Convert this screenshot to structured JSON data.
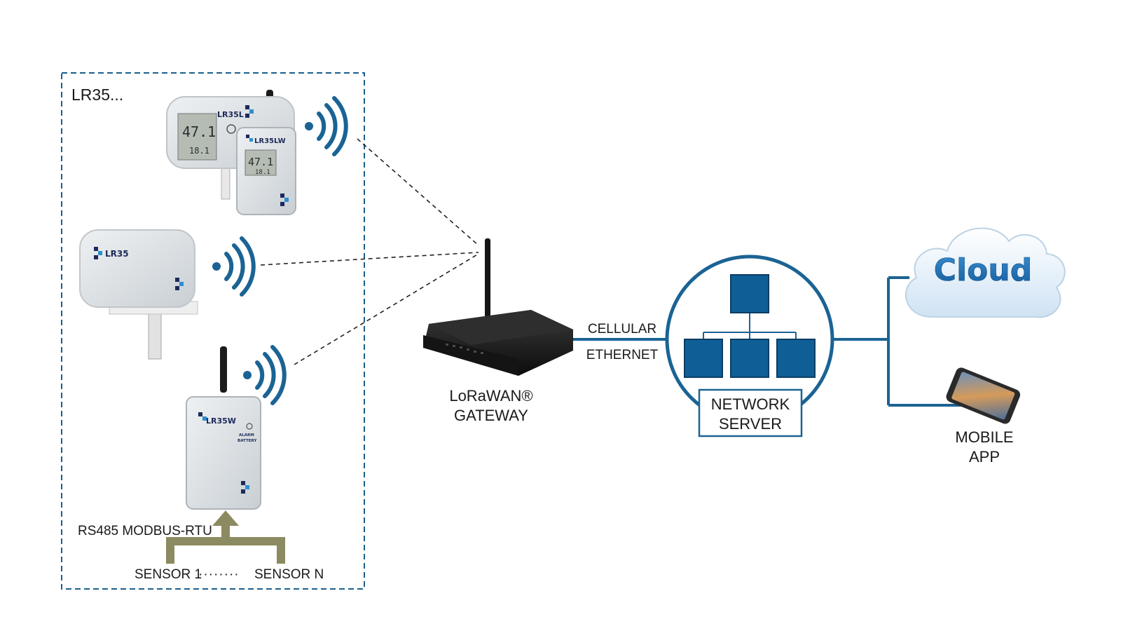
{
  "group": {
    "label": "LR35..."
  },
  "devices": [
    {
      "model": "LR35L",
      "lcd_top": "47.1",
      "lcd_bottom": "18.1"
    },
    {
      "model": "LR35LW",
      "lcd_top": "47.1",
      "lcd_bottom": "18.1"
    },
    {
      "model": "LR35"
    },
    {
      "model": "LR35W",
      "led_labels": [
        "ALARM",
        "BATTERY"
      ]
    }
  ],
  "bus": {
    "label": "RS485 MODBUS-RTU",
    "sensor_first": "SENSOR 1",
    "sensor_last": "SENSOR N"
  },
  "gateway": {
    "line1": "LoRaWAN®",
    "line2": "GATEWAY"
  },
  "backhaul": {
    "line1": "CELLULAR",
    "line2": "ETHERNET"
  },
  "server": {
    "line1": "NETWORK",
    "line2": "SERVER"
  },
  "cloud": {
    "label": "Cloud"
  },
  "mobile": {
    "line1": "MOBILE",
    "line2": "APP"
  },
  "colors": {
    "accent": "#1b6394",
    "bus_arrow": "#8c8a60",
    "device_body": "#dfe3e6"
  }
}
